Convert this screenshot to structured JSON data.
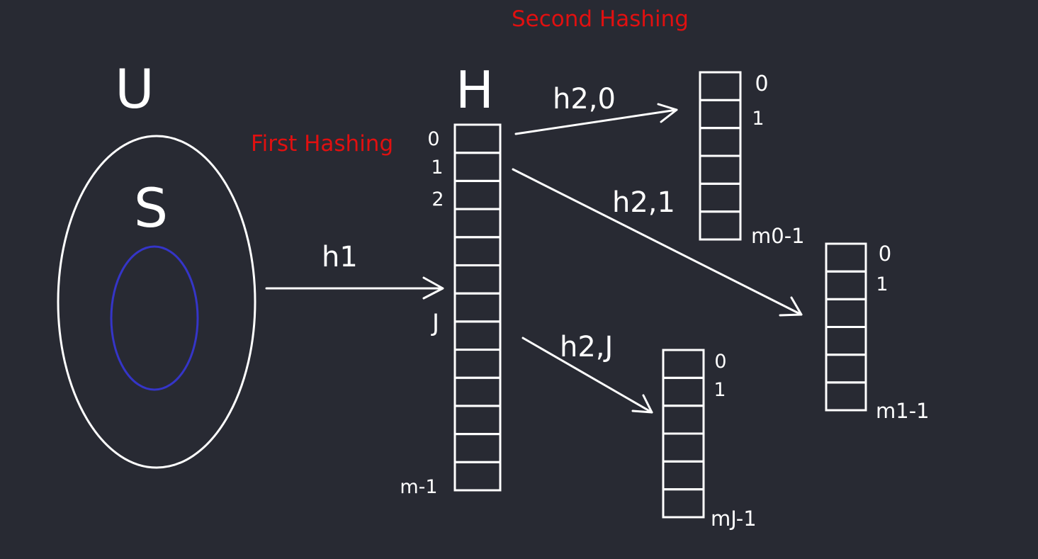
{
  "colors": {
    "background": "#282a33",
    "ink": "#ffffff",
    "subset": "#3535c8",
    "title": "#e01010"
  },
  "titles": {
    "first_hashing": "First Hashing",
    "second_hashing": "Second Hashing"
  },
  "universe": {
    "label": "U",
    "subset_label": "S"
  },
  "first_table": {
    "label": "H",
    "function_label": "h1",
    "slots": 13,
    "index_labels": [
      "0",
      "1",
      "2",
      "J",
      "m-1"
    ]
  },
  "second_tables": [
    {
      "function_label": "h2,0",
      "slots": 6,
      "index_labels": [
        "0",
        "1",
        "m0-1"
      ]
    },
    {
      "function_label": "h2,1",
      "slots": 6,
      "index_labels": [
        "0",
        "1",
        "m1-1"
      ]
    },
    {
      "function_label": "h2,J",
      "slots": 6,
      "index_labels": [
        "0",
        "1",
        "mJ-1"
      ]
    }
  ]
}
